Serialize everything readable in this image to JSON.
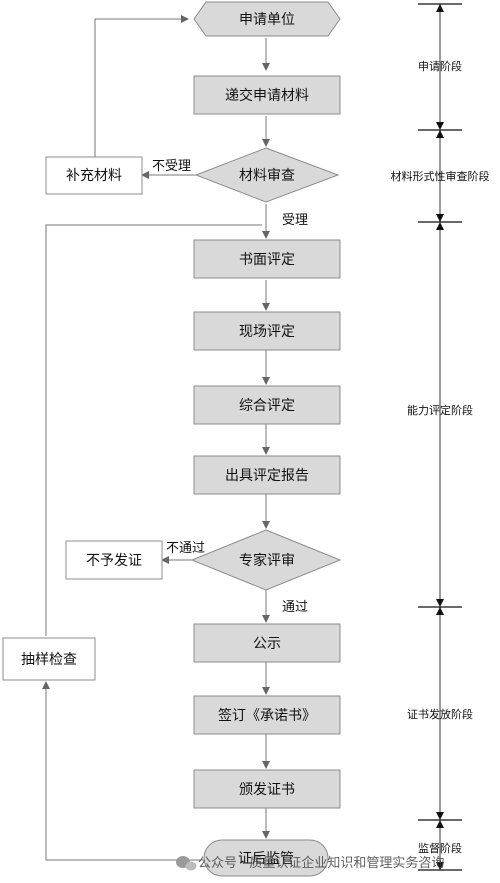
{
  "nodes": {
    "apply_unit": "申请单位",
    "submit_materials": "递交申请材料",
    "material_review": "材料审查",
    "supplement": "补充材料",
    "written_review": "书面评定",
    "site_review": "现场评定",
    "overall_review": "综合评定",
    "issue_report": "出具评定报告",
    "expert_review": "专家评审",
    "no_certificate": "不予发证",
    "public_notice": "公示",
    "sign_commitment": "签订《承诺书》",
    "issue_certificate": "颁发证书",
    "post_supervision": "证后监管",
    "sampling_check": "抽样检查"
  },
  "edges": {
    "not_accepted": "不受理",
    "accepted": "受理",
    "not_passed": "不通过",
    "passed": "通过"
  },
  "stages": {
    "application": "申请阶段",
    "formal_review": "材料形式性审查阶段",
    "capability": "能力评定阶段",
    "certification": "证书发放阶段",
    "supervision": "监督阶段"
  },
  "watermark": "公众号 · 质量认证企业知识和管理实务咨询"
}
